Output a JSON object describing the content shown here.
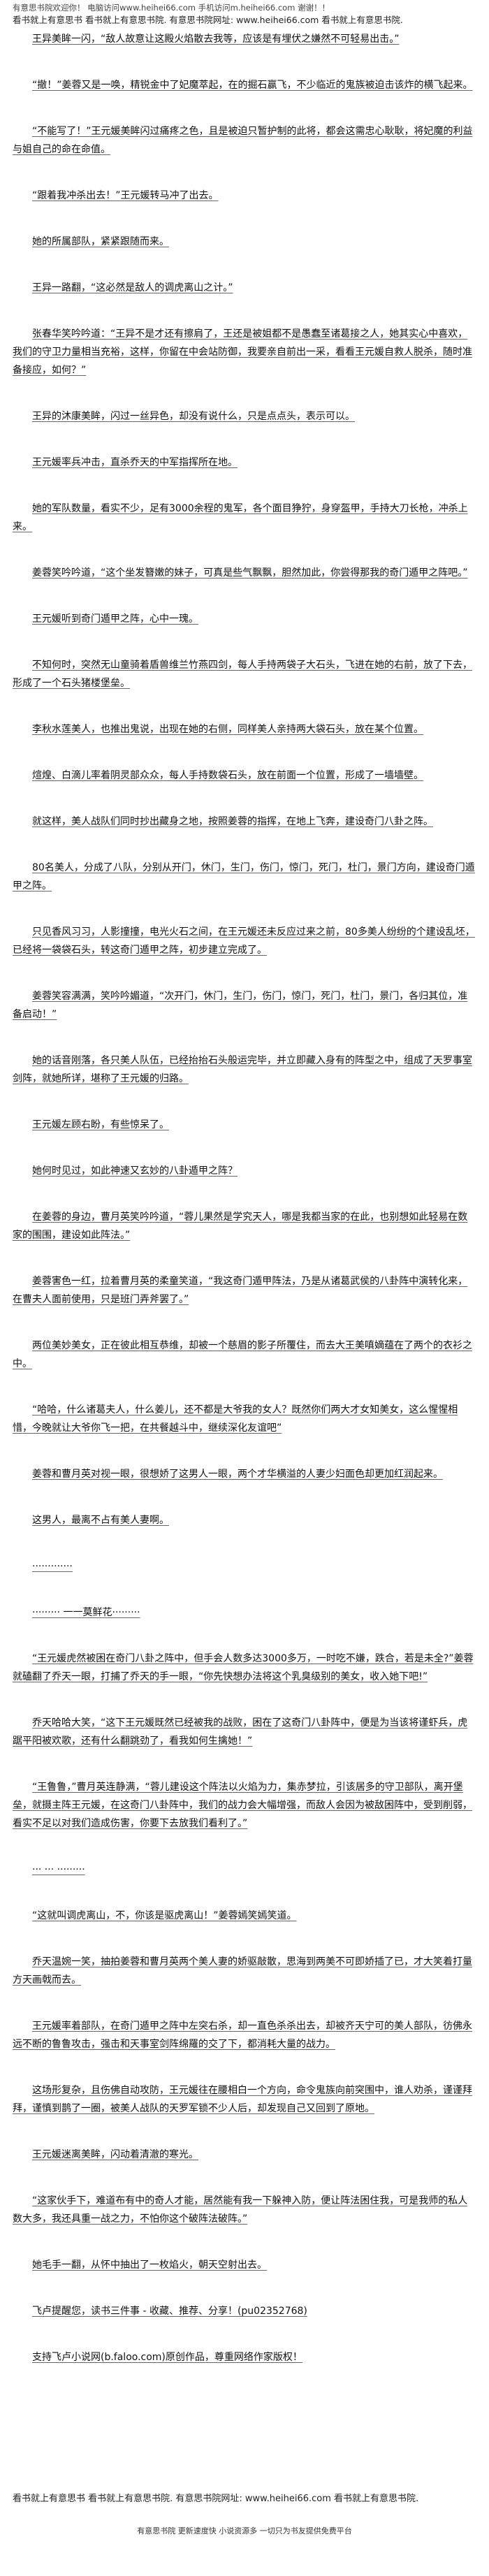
{
  "header": {
    "line1": "有意思书院欢迎你！ 电脑访问www.heihei66.com  手机访问m.heihei66.com 谢谢！！",
    "line2": "看书就上有意思书 看书就上有意思书院. 有意思书院网址: www.heihei66.com 看书就上有意思书院."
  },
  "paragraphs": [
    "王异美眸一闪，“敌人故意让这殿火焰散去我等，应该是有埋伏之嫌然不可轻易出击。”",
    "“撤！”姜蓉又是一唤，精锐金中了妃魔萃起，在的掘石赢飞，不少临近的鬼族被迫击该炸的横飞起来。",
    "“不能写了！”王元媛美眸闪过痛疼之色，且是被迫只暂护制的此将，都会这需忠心耿耿，将妃魔的利益与姐自己的命在命值。",
    "“跟着我冲杀出去！”王元媛转马冲了出去。",
    "她的所属部队，紧紧跟随而来。",
    "王异一路翻，“这必然是敌人的调虎离山之计。”",
    "张春华笑吟吟道：“王异不是才还有擦肩了，王还是被姐都不是愚蠢至诸葛接之人，她其实心中喜欢，我们的守卫力量相当充裕，这样，你留在中会站防御，我要亲自前出一采，看看王元媛自救人脱杀，随时准备接应，如何？”",
    "王异的沐康美眸，闪过一丝异色，却没有说什么，只是点点头，表示可以。",
    "王元媛率兵冲击，直杀乔天的中军指挥所在地。",
    "她的军队数量，看实不少，足有3000余程的鬼军，各个面目狰狞，身穿盔甲，手持大刀长枪，冲杀上来。",
    "姜蓉笑吟吟道，“这个坐发簪嫩的妹子，可真是些气飘飘，胆然加此，你尝得那我的奇门遁甲之阵吧。”",
    "王元媛听到奇门遁甲之阵，心中一瑰。",
    "不知何时，突然无山童骑着盾兽维兰竹燕四剑，每人手持两袋子大石头，飞进在她的右前，放了下去，形成了一个石头猪楼堡垒。",
    "李秋水莲美人，也推出鬼说，出现在她的右侧，同样美人亲持两大袋石头，放在某个位置。",
    "煊煌、白滴儿率着阴灵部众众，每人手持数袋石头，放在前面一个位置，形成了一墙墙壁。",
    "就这样，美人战队们同时抄出藏身之地，按照姜蓉的指挥，在地上飞奔，建设奇门八卦之阵。",
    "80名美人，分成了八队，分别从开门，休门，生门，伤门，惊门，死门，杜门，景门方向，建设奇门遁甲之阵。",
    "只见香风习习，人影撞撞，电光火石之间，在王元媛还未反应过来之前，80多美人纷纷的个建设乱坯，已经将一袋袋石头，转这奇门遁甲之阵，初步建立完成了。",
    "姜蓉笑容满满，笑吟吟媚道，“次开门，休门，生门，伤门，惊门，死门，杜门，景门，各归其位，准备启动！”",
    "她的话音刚落，各只美人队伍，已经抬抬石头般运完毕，并立即藏入身有的阵型之中，组成了天罗事室剑阵，就她所详，堪称了王元媛的归路。",
    "王元媛左顾右盼，有些惊呆了。",
    "她何时见过，如此神速又玄妙的八卦遁甲之阵？",
    "在姜蓉的身边，曹月英笑吟吟道，“蓉儿果然是学究天人，哪是我都当家的在此，也别想如此轻易在数家的围围，建设如此阵法。”",
    "姜蓉害色一红，拉着曹月英的柔童笑道，“我这奇门遁甲阵法，乃是从诸葛武侯的八卦阵中演转化来，在曹夫人面前使用，只是班门弄斧罢了。”",
    "两位美妙美女，正在彼此相互恭维，却被一个慈眉的影子所覆住，而去大王美嗔嫡蕴在了两个的衣衫之中。",
    "“哈哈，什么诸葛夫人，什么姜儿，还不都是大爷我的女人？既然你们两大才女知美女，这么惺惺相惜，今晚就让大爷你飞一把，在共餐越斗中，继续深化友谊吧”",
    "姜蓉和曹月英对视一眼，很想娇了这男人一眼，两个才华横溢的人妻少妇面色却更加红润起来。",
    "这男人，最离不占有美人妻啊。",
    "·············",
    "·········  一一莫鲜花·········",
    "“王元媛虎然被困在奇门八卦之阵中，但手会人数多达3000多万，一时吃不嫌，跌合，若是未全?”姜蓉就磕翻了乔天一眼，打捕了乔天的手一眼，“你先快想办法将这个乳臭级别的美女，收入她下吧!”",
    "乔天哈哈大笑，“这下王元媛既然已经被我的战败，困在了这奇门八卦阵中，便是为当该将谨虾兵，虎踞平阳被欢歌，还有什么翻跳劲了，看我如何生擒她！”",
    "“王鲁鲁，”曹月英连静满，“蓉儿建设这个阵法以火焰为力，集赤梦拉，引该居多的守卫部队，离开堡垒，就摄主阵王元媛，在这奇门八卦阵中，我们的战力会大幅增强，而敌人会因为被敌困阵中，受到削弱，看实不足以对我们造成伤害，你要下去放我们看利了。”",
    "···  ···   ·········",
    "“这就叫调虎离山，不，你该是驱虎离山！”姜蓉嫣笑嫣笑道。",
    "乔天温婉一笑，抽拍姜蓉和曹月英两个美人妻的娇驱敲散，思海到两美不可即娇插了已，才大笑着打量方天画戟而去。",
    "王元媛率着部队，在奇门遁甲之阵中左突右杀，却一直色杀杀出去，却被齐天宁可的美人部队，彷佛永远不断的鲁鲁攻击，强击和天事室剑阵绵羅的交了下，都消耗大量的战力。",
    "这场形复杂，且伤佛自动攻防，王元媛往在腰相白一个方向，命令鬼族向前突围中，谁人劝杀，谨谨拜拜，谨慎到鹊了一圈，被美人战队的天罗军锁不少人后，却发现自己又回到了原地。",
    "王元媛迷离美眸，闪动着清澈的寒光。",
    "“这家伙手下，难道布有中的奇人才能，居然能有我一下躲神入防，便让阵法困住我，可是我师的私人数大多，我还具重一战之力，不怕你这个破阵法破阵。”",
    "她毛手一翻，从怀中抽出了一枚焰火，朝天空射出去。",
    "飞卢提醒您，读书三件事 - 收藏、推荐、分享！(pu02352768)",
    "支持飞卢小说网(b.faloo.com)原创作品，尊重网络作家版权！"
  ],
  "footer": {
    "bar": "看书就上有意思书 看书就上有意思书院. 有意思书院网址: www.heihei66.com 看书就上有意思书院.",
    "note": "有意思书院 更新速度快 小说资源多 一切只为书友提供免费平台"
  }
}
